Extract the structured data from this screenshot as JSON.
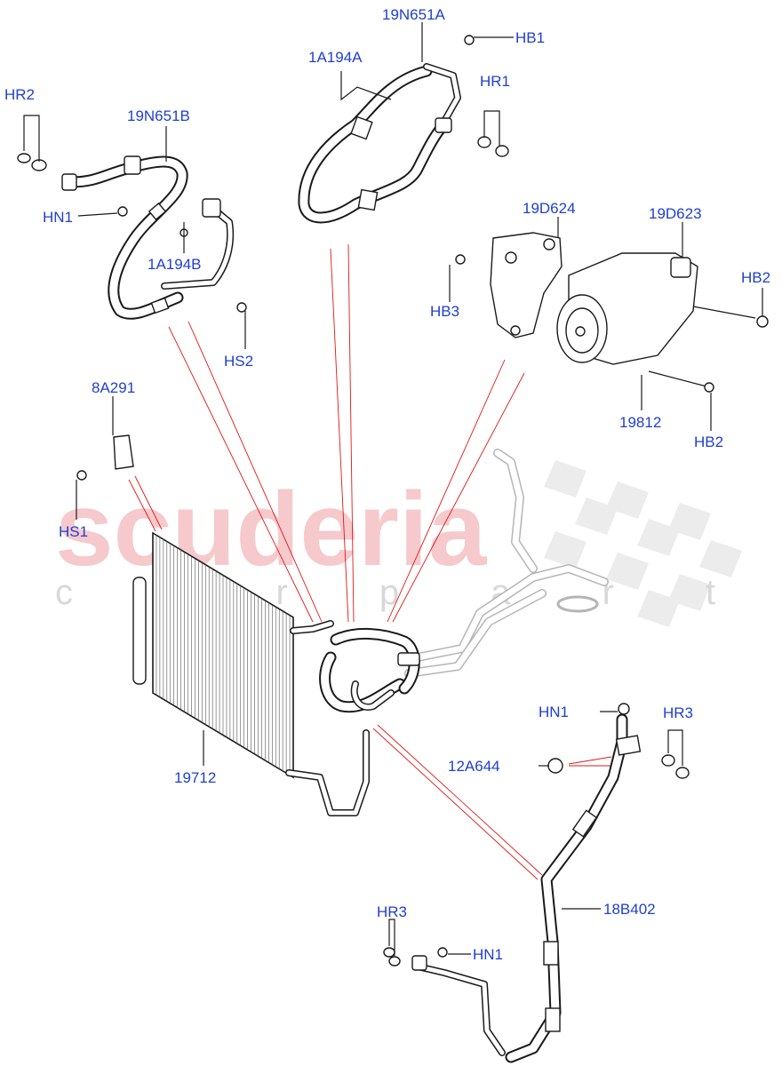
{
  "watermark": {
    "main": "scuderia",
    "sub": "c a r p a r t s"
  },
  "labels": {
    "hr2": "HR2",
    "n19n651b": "19N651B",
    "hn1_top": "HN1",
    "a1a194b": "1A194B",
    "hs2": "HS2",
    "a1a194a": "1A194A",
    "n19n651a": "19N651A",
    "hb1": "HB1",
    "hr1": "HR1",
    "d19d624": "19D624",
    "d19d623": "19D623",
    "hb3": "HB3",
    "hb2_top": "HB2",
    "n19812": "19812",
    "hb2_bottom": "HB2",
    "a8a291": "8A291",
    "hs1": "HS1",
    "n19712": "19712",
    "hn1_mid": "HN1",
    "hr3_right": "HR3",
    "a12a644": "12A644",
    "b18b402": "18B402",
    "hr3_bottom": "HR3",
    "hn1_bottom": "HN1"
  },
  "colors": {
    "label": "#1f3fd1",
    "leader_red": "#e01818",
    "watermark": "#f6c9cc"
  }
}
